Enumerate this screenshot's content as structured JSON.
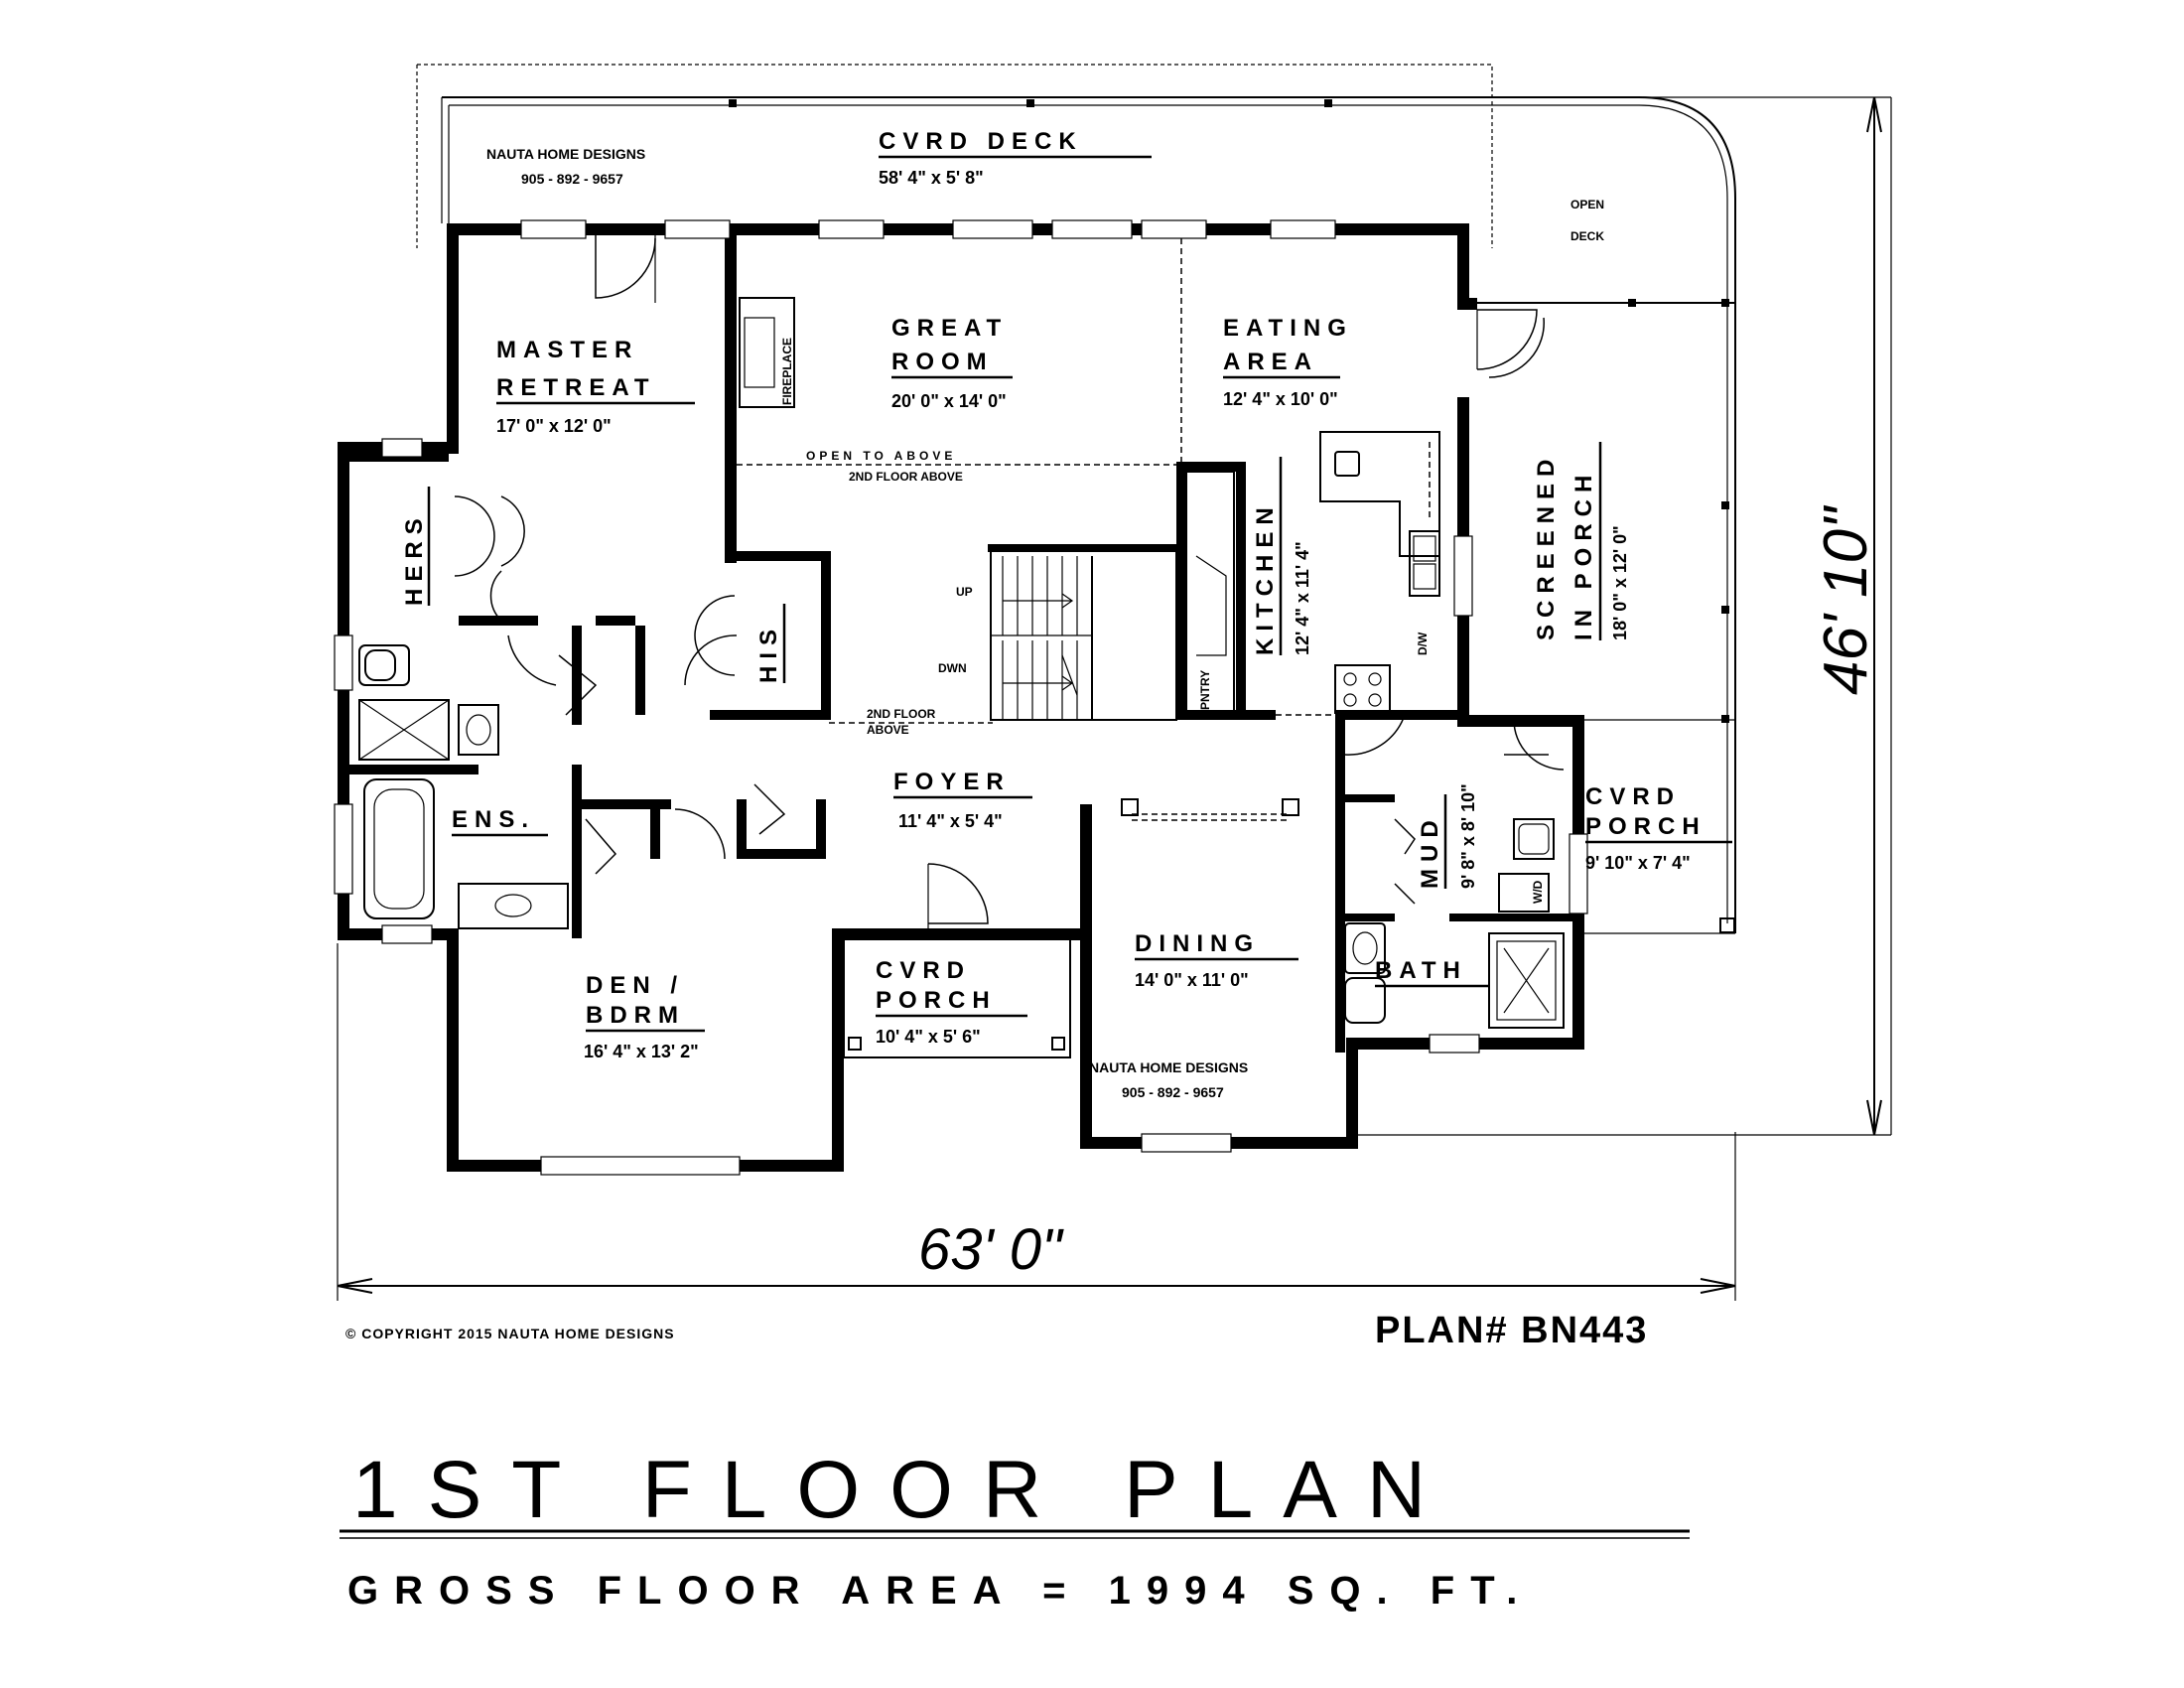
{
  "company": {
    "name": "NAUTA HOME DESIGNS",
    "phone": "905 - 892 - 9657"
  },
  "rooms": {
    "cvrd_deck": {
      "name": "CVRD  DECK",
      "dim": "58' 4\" x 5' 8\""
    },
    "open_deck": {
      "line1": "OPEN",
      "line2": "DECK"
    },
    "master": {
      "line1": "MASTER",
      "line2": "RETREAT",
      "dim": "17' 0\" x 12' 0\""
    },
    "great": {
      "line1": "GREAT",
      "line2": "ROOM",
      "dim": "20' 0\" x 14' 0\""
    },
    "eating": {
      "line1": "EATING",
      "line2": "AREA",
      "dim": "12' 4\" x 10' 0\""
    },
    "kitchen": {
      "name": "KITCHEN",
      "dim": "12' 4\" x 11' 4\""
    },
    "screened": {
      "line1": "SCREENED",
      "line2": "IN PORCH",
      "dim": "18' 0\" x 12' 0\""
    },
    "hers": "HERS",
    "his": "HIS",
    "ens": "ENS.",
    "foyer": {
      "name": "FOYER",
      "dim": "11' 4\" x 5' 4\""
    },
    "mud": {
      "name": "MUD",
      "dim": "9' 8\" x 8' 10\""
    },
    "cvrd_porch_side": {
      "line1": "CVRD",
      "line2": "PORCH",
      "dim": "9' 10\" x 7' 4\""
    },
    "cvrd_porch_front": {
      "line1": "CVRD",
      "line2": "PORCH",
      "dim": "10' 4\" x 5' 6\""
    },
    "den": {
      "line1": "DEN /",
      "line2": "BDRM",
      "dim": "16' 4\" x 13' 2\""
    },
    "dining": {
      "name": "DINING",
      "dim": "14' 0\" x 11' 0\""
    },
    "bath": "BATH"
  },
  "annotations": {
    "open_to_above": "OPEN   TO   ABOVE",
    "second_floor_above": "2ND FLOOR ABOVE",
    "second_floor_above_2a": "2ND FLOOR",
    "second_floor_above_2b": "ABOVE",
    "fireplace": "FIREPLACE",
    "up": "UP",
    "dwn": "DWN",
    "pntry": "PNTRY",
    "dw": "D/W",
    "wd": "W/D"
  },
  "dimensions": {
    "width": "63' 0\"",
    "depth": "46' 10\""
  },
  "footer": {
    "copyright": "©  COPYRIGHT 2015 NAUTA HOME DESIGNS",
    "plan_no": "PLAN# BN443",
    "title": "1ST  FLOOR  PLAN",
    "area": "GROSS  FLOOR  AREA = 1994  SQ. FT."
  }
}
